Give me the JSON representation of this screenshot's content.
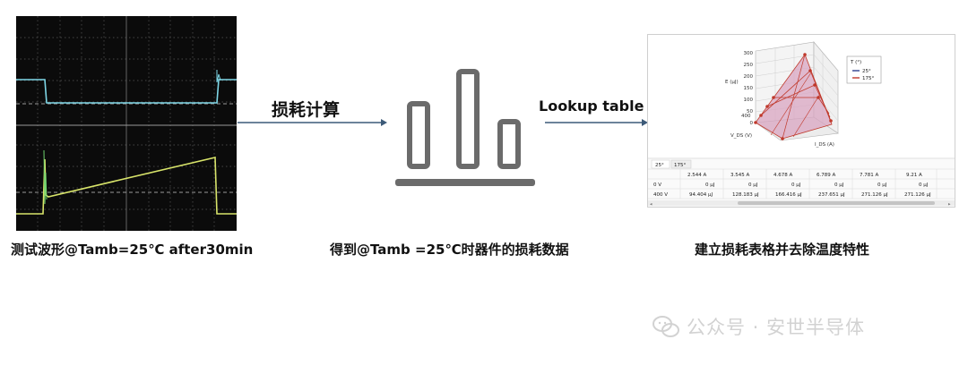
{
  "arrow1": {
    "label": "损耗计算"
  },
  "arrow2": {
    "label": "Lookup table"
  },
  "captions": {
    "left": "测试波形@Tamb=25℃ after30min",
    "middle": "得到@Tamb =25℃时器件的损耗数据",
    "right": "建立损耗表格并去除温度特性"
  },
  "chart3d": {
    "z_axis_label": "E (μJ)",
    "z_ticks": [
      "300",
      "250",
      "200",
      "150",
      "100",
      "50",
      "0"
    ],
    "x_axis_label": "I_DS (A)",
    "y_axis_label": "V_DS (V)",
    "y_tick": "400",
    "legend": {
      "title": "T (°)",
      "items": [
        "25°",
        "175°"
      ]
    },
    "colors": {
      "series_25": "#2e3f8f",
      "series_175": "#c0392b",
      "surface": "#d9a6c2"
    }
  },
  "table": {
    "tabs": [
      "25°",
      "175°"
    ],
    "columns": [
      "2.544 A",
      "3.545 A",
      "4.678 A",
      "6.789 A",
      "7.781 A",
      "9.21 A"
    ],
    "rows": [
      {
        "label": "0 V",
        "cells": [
          "0 μJ",
          "0 μJ",
          "0 μJ",
          "0 μJ",
          "0 μJ",
          "0 μJ"
        ]
      },
      {
        "label": "400 V",
        "cells": [
          "94.404 μJ",
          "128.183 μJ",
          "166.416 μJ",
          "237.651 μJ",
          "271.126 μJ",
          "271.126 μJ"
        ]
      }
    ]
  },
  "watermark": {
    "text": "公众号 · 安世半导体"
  }
}
